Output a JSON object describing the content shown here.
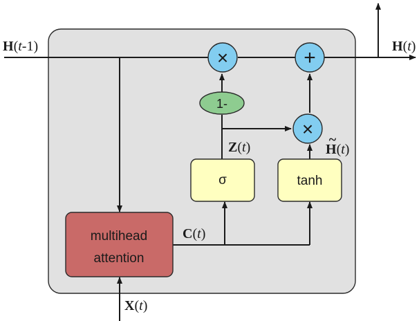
{
  "inputs": {
    "h_prev": {
      "var": "H",
      "open": "(",
      "arg": "t",
      "rest": "-1)"
    },
    "x_t": {
      "var": "X",
      "open": "(",
      "arg": "t",
      "rest": ")"
    }
  },
  "outputs": {
    "h_t": {
      "var": "H",
      "open": "(",
      "arg": "t",
      "rest": ")"
    }
  },
  "signals": {
    "c_t": {
      "var": "C",
      "open": "(",
      "arg": "t",
      "rest": ")"
    },
    "z_t": {
      "var": "Z",
      "open": "(",
      "arg": "t",
      "rest": ")"
    },
    "h_tilde_t": {
      "var": "H",
      "accent": "~",
      "open": "(",
      "arg": "t",
      "rest": ")"
    }
  },
  "blocks": {
    "attention": {
      "line1": "multihead",
      "line2": "attention"
    },
    "sigma": {
      "label": "σ"
    },
    "tanh": {
      "label": "tanh"
    },
    "one_minus": {
      "label": "1-"
    }
  },
  "operators": {
    "multiply": "×",
    "add": "+"
  },
  "colors": {
    "cell_fill": "#e1e1e1",
    "attention_fill": "#c96a68",
    "gate_fill": "#ffffc0",
    "op_fill": "#82cdf0",
    "one_minus_fill": "#8ecc90"
  }
}
